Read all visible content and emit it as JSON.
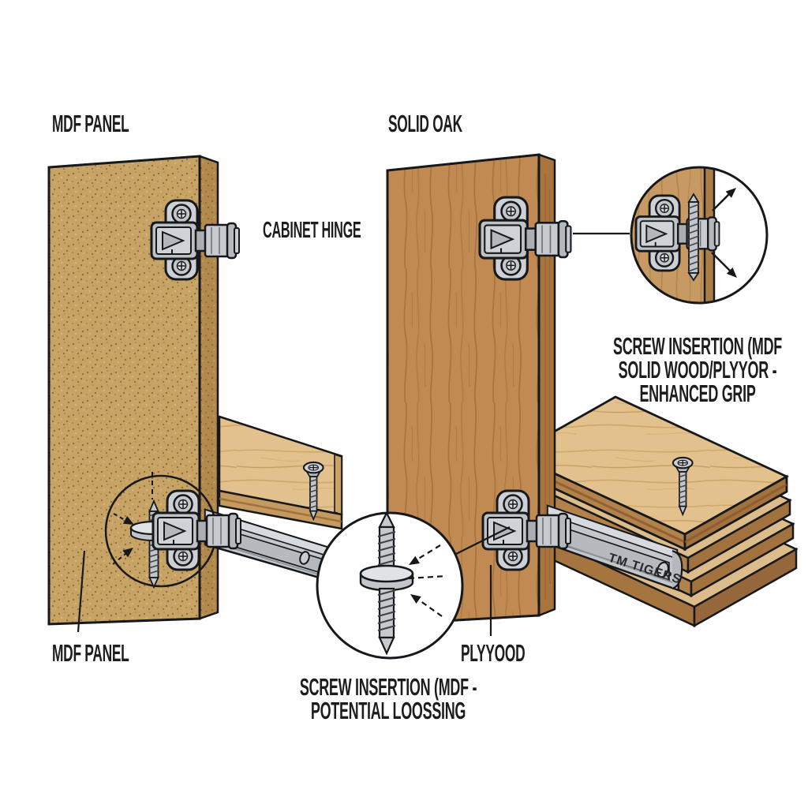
{
  "page": {
    "kind": "furniture-hardware comparison diagram",
    "background": "#fefefe"
  },
  "labels": {
    "mdf_panel_top": "MDF PANEL",
    "solid_oak": "SOLID OAK",
    "cabinet_hinge": "CABINET HINGE",
    "screw_insertion_right": [
      "SCREW INSERTION (MDF",
      "SOLID WOOD/PLYYOR -",
      "ENHANCED GRIP"
    ],
    "mdf_panel_bottom": "MDF PANEL",
    "plywood": "PLYYOOD",
    "screw_insertion_bottom": [
      "SCREW INSERTION (MDF -",
      "POTENTIAL LOOSSING"
    ],
    "slide_brand": "TM TIGERS"
  },
  "components": [
    "mdf-panel",
    "solid-oak-panel",
    "plywood-shelf",
    "plywood-stack",
    "cabinet-hinge-mdf-top",
    "cabinet-hinge-oak-top",
    "cabinet-hinge-mdf-bottom",
    "cabinet-hinge-oak-bottom",
    "drawer-slide-left",
    "drawer-slide-right",
    "callout-circle-solid-wood-grip",
    "callout-circle-mdf-loosening",
    "callout-circle-screw-washer",
    "screw-with-washer",
    "wood-screws",
    "direction-arrows"
  ],
  "colors": {
    "outline": "#16181b",
    "text": "#1d1d1d",
    "mdf_base": "#c7a365",
    "mdf_edge": "#b28a4e",
    "oak_face": "#c08a52",
    "oak_grain": "#9a6b33",
    "oak_top": "#d5a873",
    "oak_side": "#a9753f",
    "ply_face": "#e3c18d",
    "ply_core": "#b3824b",
    "metal_light": "#cdd1d5",
    "metal_mid": "#c3c7cb",
    "metal_dark": "#aaafb4"
  }
}
